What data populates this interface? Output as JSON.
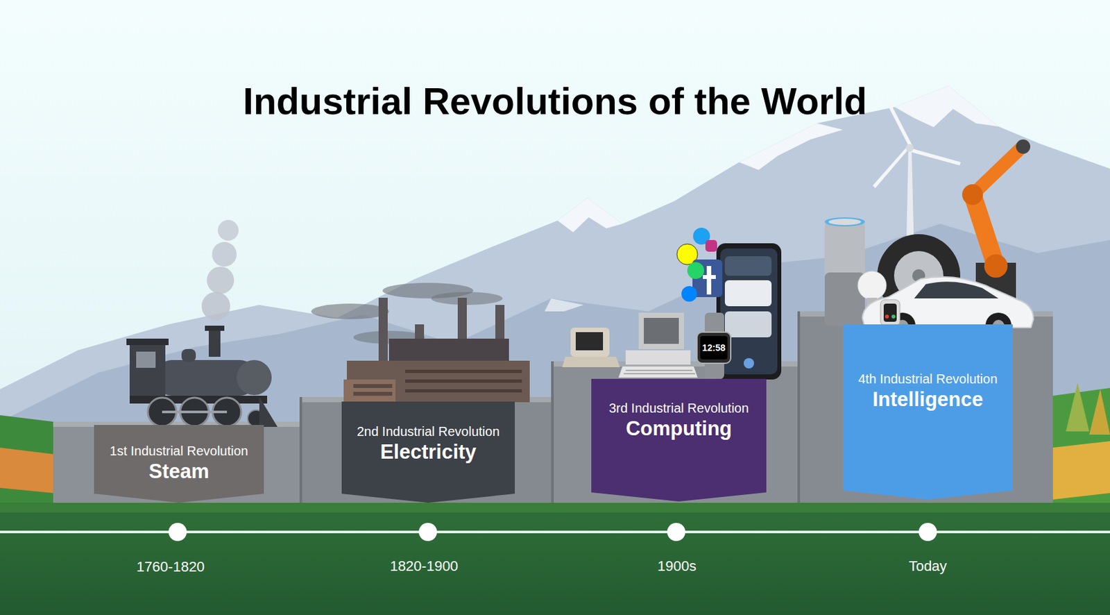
{
  "diagram": {
    "title": "Industrial Revolutions of the World",
    "nodes": [
      {
        "text": [
          "1st Industrial Revolution",
          "Steam"
        ]
      },
      {
        "text": [
          "2nd Industrial Revolution",
          "Electricity"
        ]
      },
      {
        "text": [
          "3rd Industrial Revolution",
          "Computing"
        ]
      },
      {
        "text": [
          "4th Industrial Revolution",
          "Intelligence"
        ]
      }
    ],
    "labels": [
      "1760-1820",
      "1820-1900",
      "1900s",
      "Today",
      "12:58"
    ]
  }
}
